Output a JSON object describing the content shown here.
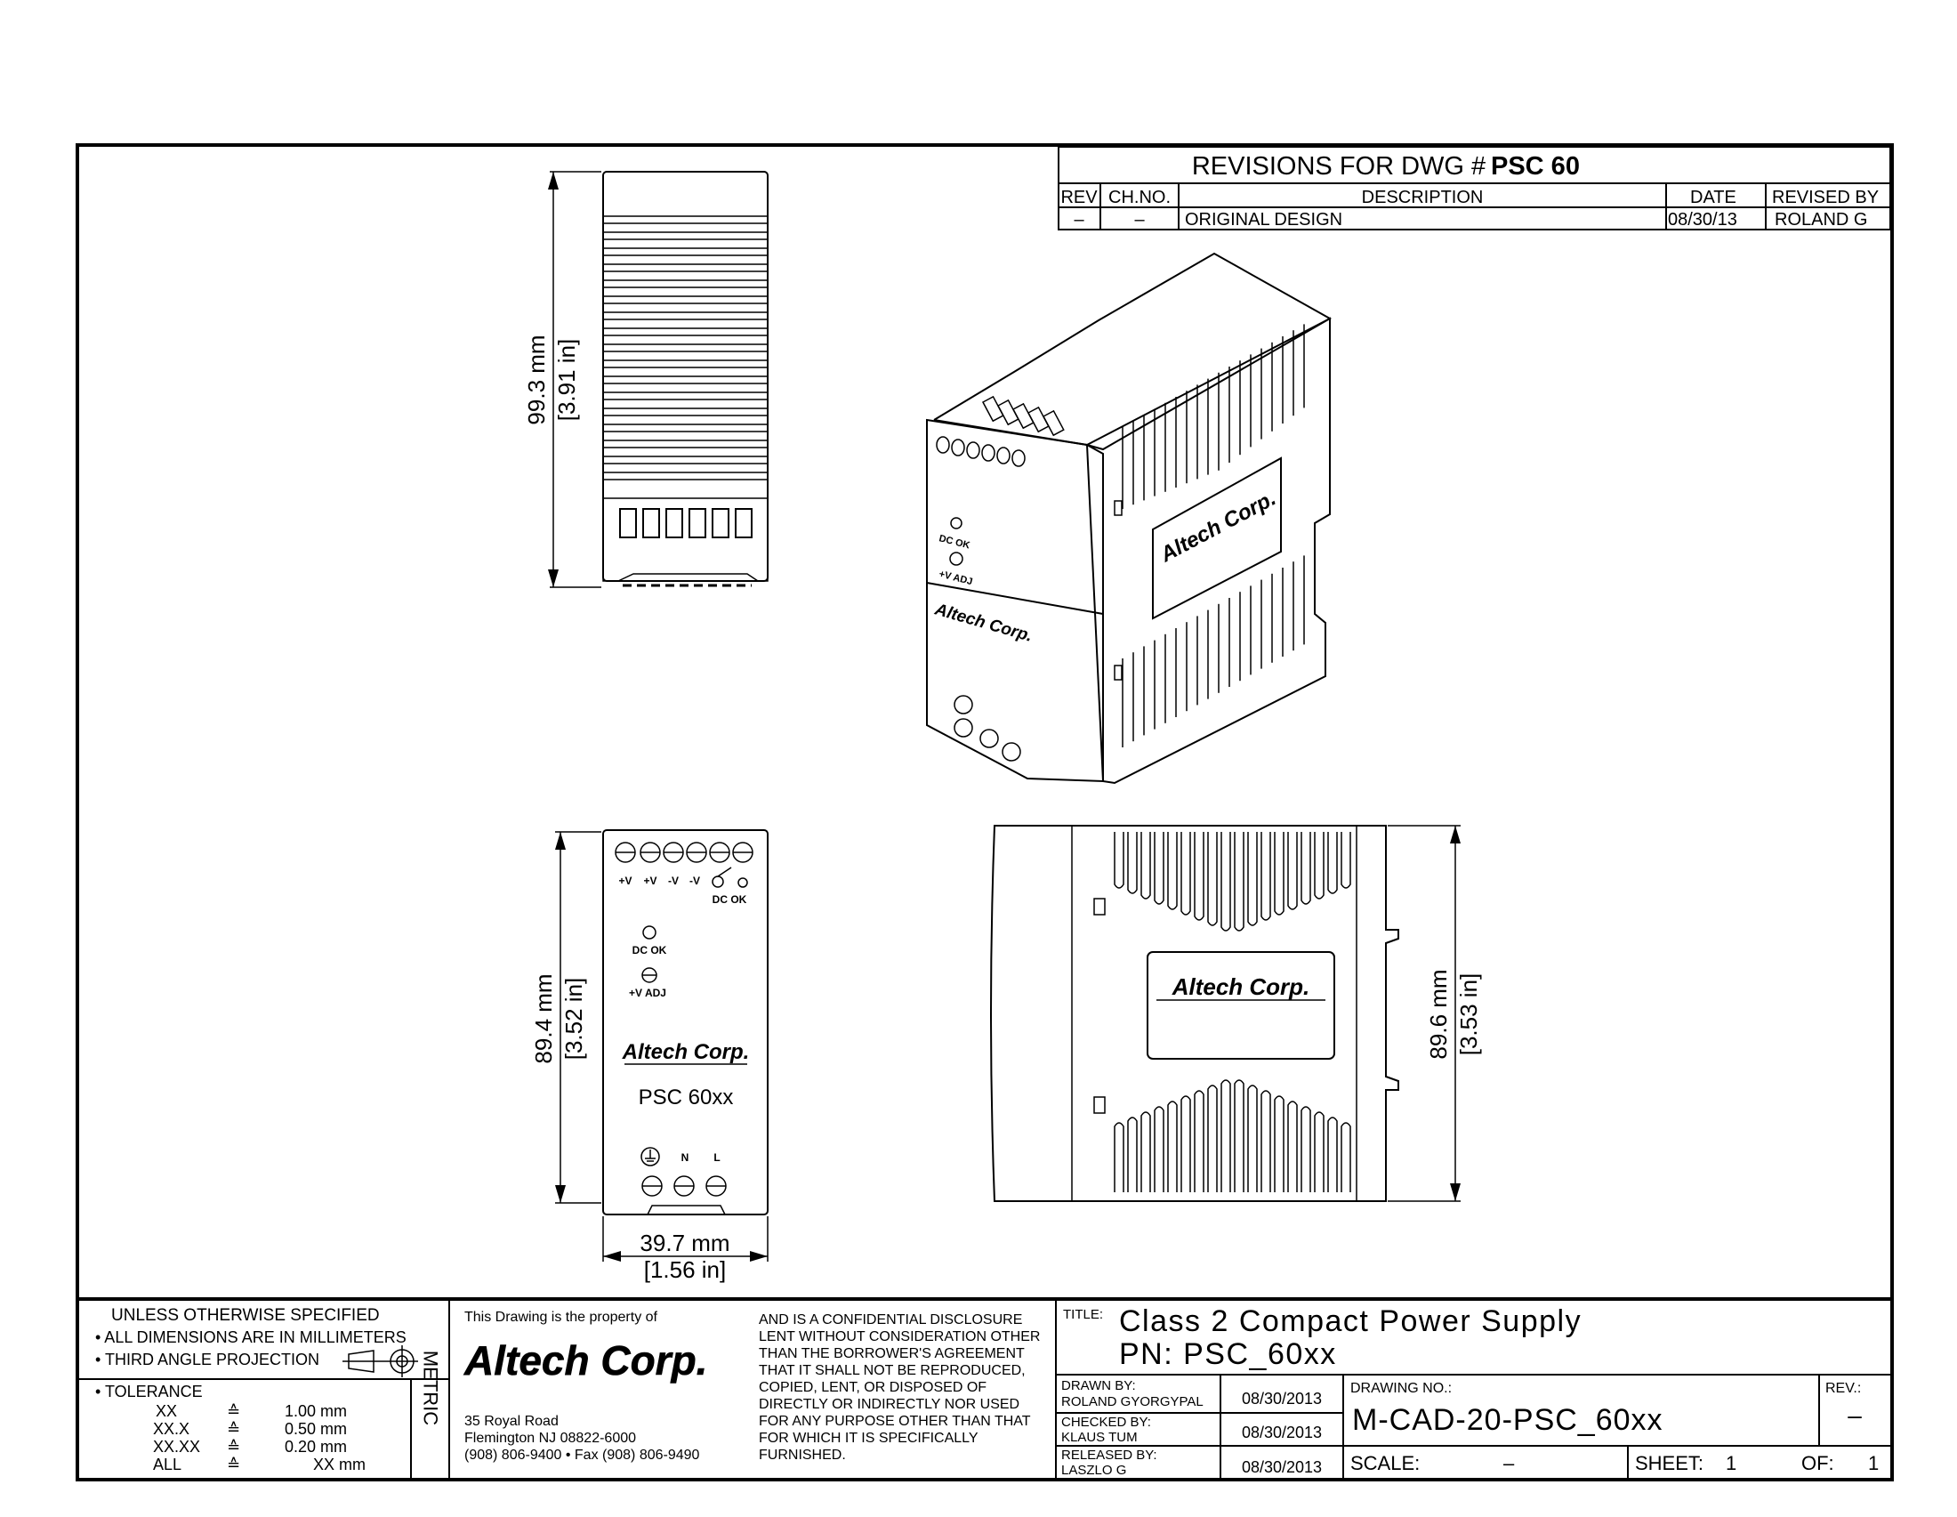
{
  "revisions": {
    "title_prefix": "REVISIONS FOR DWG #",
    "title_dwg": "PSC 60",
    "headers": [
      "REV",
      "CH.NO.",
      "DESCRIPTION",
      "DATE",
      "REVISED BY"
    ],
    "rows": [
      [
        "–",
        "–",
        "ORIGINAL DESIGN",
        "08/30/13",
        "ROLAND G"
      ]
    ]
  },
  "views": {
    "top": {
      "dim_mm": "99.3 mm",
      "dim_in": "[3.91 in]"
    },
    "front": {
      "terminal_labels": [
        "+V",
        "+V",
        "-V",
        "-V"
      ],
      "dc_ok_right": "DC OK",
      "dc_ok_led": "DC OK",
      "adj_label": "+V ADJ",
      "brand": "Altech Corp.",
      "model": "PSC 60xx",
      "input_labels": [
        "N",
        "L"
      ],
      "height_mm": "89.4 mm",
      "height_in": "[3.52 in]",
      "width_mm": "39.7 mm",
      "width_in": "[1.56 in]"
    },
    "side": {
      "brand": "Altech Corp.",
      "dim_mm": "89.6 mm",
      "dim_in": "[3.53 in]"
    },
    "iso": {
      "brand_top": "Altech Corp.",
      "brand_side": "Altech Corp.",
      "dc_ok": "DC OK",
      "adj": "+V ADJ"
    }
  },
  "title_block": {
    "spec_heading": "UNLESS OTHERWISE SPECIFIED",
    "spec_line1": "• ALL DIMENSIONS ARE IN MILLIMETERS",
    "spec_line2": "• THIRD ANGLE PROJECTION",
    "tolerance_heading": "• TOLERANCE",
    "tolerances": [
      {
        "fmt": "XX",
        "sym": "≙",
        "val": "1.00 mm"
      },
      {
        "fmt": "XX.X",
        "sym": "≙",
        "val": "0.50 mm"
      },
      {
        "fmt": "XX.XX",
        "sym": "≙",
        "val": "0.20 mm"
      },
      {
        "fmt": "ALL",
        "sym": "≙",
        "val": "XX mm"
      }
    ],
    "metric": "METRIC",
    "property_of": "This Drawing is the property of",
    "company_logo": "Altech Corp.",
    "address1": "35 Royal Road",
    "address2": "Flemington NJ 08822-6000",
    "address3": "(908) 806-9400 • Fax (908) 806-9490",
    "disclosure": [
      "AND IS A CONFIDENTIAL DISCLOSURE",
      "LENT WITHOUT CONSIDERATION OTHER",
      "THAN THE BORROWER'S AGREEMENT",
      "THAT IT SHALL NOT BE REPRODUCED,",
      "COPIED, LENT, OR DISPOSED OF",
      "DIRECTLY OR INDIRECTLY NOR USED",
      "FOR ANY PURPOSE OTHER THAN THAT",
      "FOR WHICH IT IS SPECIFICALLY",
      "FURNISHED."
    ],
    "title_label": "TITLE:",
    "title_line1": "Class 2 Compact Power Supply",
    "title_line2": "PN: PSC_60xx",
    "drawn_label": "DRAWN BY:",
    "drawn_name": "ROLAND GYORGYPAL",
    "drawn_date": "08/30/2013",
    "checked_label": "CHECKED BY:",
    "checked_name": "KLAUS TUM",
    "checked_date": "08/30/2013",
    "released_label": "RELEASED BY:",
    "released_name": "LASZLO G",
    "released_date": "08/30/2013",
    "drawing_no_label": "DRAWING NO.:",
    "drawing_no": "M-CAD-20-PSC_60xx",
    "rev_label": "REV.:",
    "rev_value": "–",
    "scale_label": "SCALE:",
    "scale_value": "–",
    "sheet_label": "SHEET:",
    "sheet_value": "1",
    "of_label": "OF:",
    "of_value": "1"
  }
}
